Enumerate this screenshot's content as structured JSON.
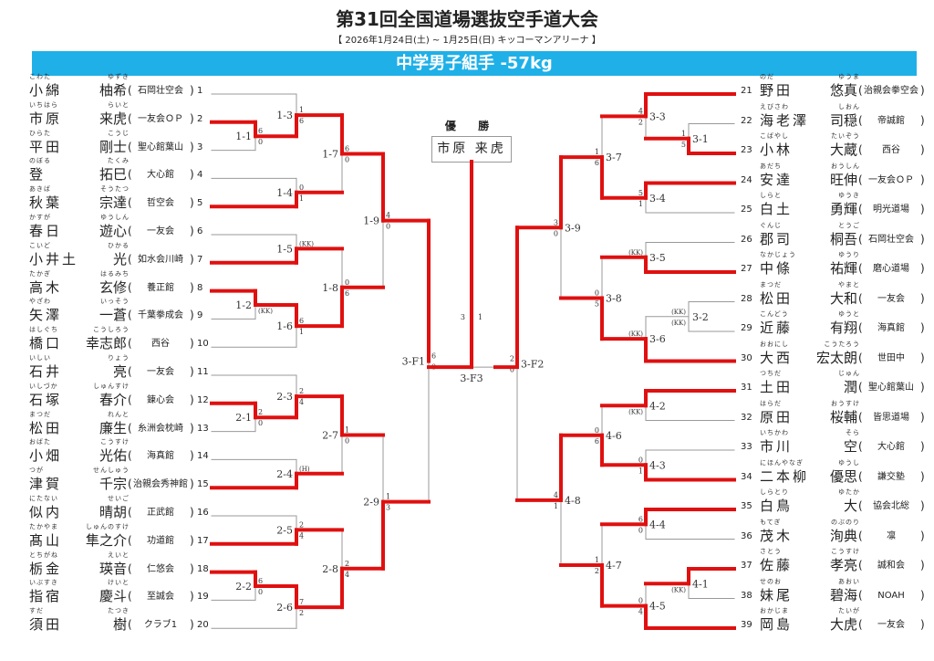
{
  "header": {
    "title": "第31回全国道場選抜空手道大会",
    "subtitle": "【 2026年1月24日(土) ~ 1月25日(日)  キッコーマンアリーナ 】",
    "category": "中学男子組手 -57kg"
  },
  "champion": {
    "heading": "優 勝",
    "name": "市原 来虎"
  },
  "colors": {
    "banner": "#1fb0e8",
    "winner_line": "#e01010",
    "line": "#999999"
  },
  "players": [
    {
      "no": "1",
      "family": "小綿",
      "given": "柚希",
      "family_kana": "こわた",
      "given_kana": "ゆずき",
      "club": "石岡壮空会"
    },
    {
      "no": "2",
      "family": "市原",
      "given": "来虎",
      "family_kana": "いちはら",
      "given_kana": "らいと",
      "club": "一友会ＯＰ"
    },
    {
      "no": "3",
      "family": "平田",
      "given": "剛士",
      "family_kana": "ひらた",
      "given_kana": "こうじ",
      "club": "聖心館葉山"
    },
    {
      "no": "4",
      "family": "登",
      "given": "拓巳",
      "family_kana": "のぼる",
      "given_kana": "たくみ",
      "club": "大心館"
    },
    {
      "no": "5",
      "family": "秋葉",
      "given": "宗達",
      "family_kana": "あきば",
      "given_kana": "そうたつ",
      "club": "哲空会"
    },
    {
      "no": "6",
      "family": "春日",
      "given": "遊心",
      "family_kana": "かすが",
      "given_kana": "ゆうしん",
      "club": "一友会"
    },
    {
      "no": "7",
      "family": "小井土",
      "given": "光",
      "family_kana": "こいど",
      "given_kana": "ひかる",
      "club": "如水会川崎"
    },
    {
      "no": "8",
      "family": "高木",
      "given": "玄修",
      "family_kana": "たかぎ",
      "given_kana": "はるみち",
      "club": "養正館"
    },
    {
      "no": "9",
      "family": "矢澤",
      "given": "一蒼",
      "family_kana": "やざわ",
      "given_kana": "いっそう",
      "club": "千葉拳成会"
    },
    {
      "no": "10",
      "family": "橋口",
      "given": "幸志郎",
      "family_kana": "はしぐち",
      "given_kana": "こうしろう",
      "club": "西谷"
    },
    {
      "no": "11",
      "family": "石井",
      "given": "亮",
      "family_kana": "いしい",
      "given_kana": "りょう",
      "club": "一友会"
    },
    {
      "no": "12",
      "family": "石塚",
      "given": "春介",
      "family_kana": "いしづか",
      "given_kana": "しゅんすけ",
      "club": "錬心会"
    },
    {
      "no": "13",
      "family": "松田",
      "given": "廉生",
      "family_kana": "まつだ",
      "given_kana": "れんと",
      "club": "糸洲会枕崎"
    },
    {
      "no": "14",
      "family": "小畑",
      "given": "光佑",
      "family_kana": "おばた",
      "given_kana": "こうすけ",
      "club": "海真館"
    },
    {
      "no": "15",
      "family": "津賀",
      "given": "千宗",
      "family_kana": "つが",
      "given_kana": "せんしゅう",
      "club": "治親会秀神館"
    },
    {
      "no": "16",
      "family": "似内",
      "given": "晴胡",
      "family_kana": "にたない",
      "given_kana": "せいご",
      "club": "正武館"
    },
    {
      "no": "17",
      "family": "髙山",
      "given": "隼之介",
      "family_kana": "たかやま",
      "given_kana": "しゅんのすけ",
      "club": "功道館"
    },
    {
      "no": "18",
      "family": "栃金",
      "given": "瑛音",
      "family_kana": "とちがね",
      "given_kana": "えいと",
      "club": "仁悠会"
    },
    {
      "no": "19",
      "family": "指宿",
      "given": "慶斗",
      "family_kana": "いぶすき",
      "given_kana": "けいと",
      "club": "至誠会"
    },
    {
      "no": "20",
      "family": "須田",
      "given": "樹",
      "family_kana": "すだ",
      "given_kana": "たつき",
      "club": "クラブ1"
    },
    {
      "no": "21",
      "family": "野田",
      "given": "悠真",
      "family_kana": "のだ",
      "given_kana": "ゆうま",
      "club": "治親会拳空会"
    },
    {
      "no": "22",
      "family": "海老澤",
      "given": "司穏",
      "family_kana": "えびさわ",
      "given_kana": "しおん",
      "club": "帝誠館"
    },
    {
      "no": "23",
      "family": "小林",
      "given": "大蔵",
      "family_kana": "こばやし",
      "given_kana": "たいぞう",
      "club": "西谷"
    },
    {
      "no": "24",
      "family": "安達",
      "given": "旺伸",
      "family_kana": "あだち",
      "given_kana": "おうしん",
      "club": "一友会ＯＰ"
    },
    {
      "no": "25",
      "family": "白土",
      "given": "勇輝",
      "family_kana": "しらと",
      "given_kana": "ゆうき",
      "club": "明光道場"
    },
    {
      "no": "26",
      "family": "郡司",
      "given": "桐吾",
      "family_kana": "ぐんじ",
      "given_kana": "とうご",
      "club": "石岡壮空会"
    },
    {
      "no": "27",
      "family": "中條",
      "given": "祐輝",
      "family_kana": "なかじょう",
      "given_kana": "ゆうり",
      "club": "磨心道場"
    },
    {
      "no": "28",
      "family": "松田",
      "given": "大和",
      "family_kana": "まつだ",
      "given_kana": "やまと",
      "club": "一友会"
    },
    {
      "no": "29",
      "family": "近藤",
      "given": "有翔",
      "family_kana": "こんどう",
      "given_kana": "ゆうと",
      "club": "海真館"
    },
    {
      "no": "30",
      "family": "大西",
      "given": "宏太朗",
      "family_kana": "おおにし",
      "given_kana": "こうたろう",
      "club": "世田中"
    },
    {
      "no": "31",
      "family": "土田",
      "given": "潤",
      "family_kana": "つちだ",
      "given_kana": "じゅん",
      "club": "聖心館葉山"
    },
    {
      "no": "32",
      "family": "原田",
      "given": "桜輔",
      "family_kana": "はらだ",
      "given_kana": "おうすけ",
      "club": "皆思道場"
    },
    {
      "no": "33",
      "family": "市川",
      "given": "空",
      "family_kana": "いちかわ",
      "given_kana": "そら",
      "club": "大心館"
    },
    {
      "no": "34",
      "family": "二本柳",
      "given": "優思",
      "family_kana": "にほんやなぎ",
      "given_kana": "ゆうし",
      "club": "謙交塾"
    },
    {
      "no": "35",
      "family": "白鳥",
      "given": "大",
      "family_kana": "しらとり",
      "given_kana": "ゆたか",
      "club": "協会北総"
    },
    {
      "no": "36",
      "family": "茂木",
      "given": "洵典",
      "family_kana": "もてぎ",
      "given_kana": "のぶのり",
      "club": "凛"
    },
    {
      "no": "37",
      "family": "佐藤",
      "given": "孝亮",
      "family_kana": "さとう",
      "given_kana": "こうすけ",
      "club": "誠和会"
    },
    {
      "no": "38",
      "family": "妹尾",
      "given": "碧海",
      "family_kana": "せのお",
      "given_kana": "あおい",
      "club": "NOAH"
    },
    {
      "no": "39",
      "family": "岡島",
      "given": "大虎",
      "family_kana": "おかじま",
      "given_kana": "たいが",
      "club": "一友会"
    }
  ],
  "matches": {
    "1-1": {
      "label": "1-1",
      "top": "6",
      "bottom": "0",
      "winner": "top"
    },
    "1-3": {
      "label": "1-3",
      "top": "1",
      "bottom": "6",
      "winner": "bottom"
    },
    "1-4": {
      "label": "1-4",
      "top": "0",
      "bottom": "1",
      "winner": "bottom"
    },
    "1-7": {
      "label": "1-7",
      "top": "6",
      "bottom": "0",
      "winner": "top"
    },
    "1-5": {
      "label": "1-5",
      "top": "(KK)",
      "bottom": "",
      "winner": "bottom"
    },
    "1-2": {
      "label": "1-2",
      "top": "",
      "bottom": "(KK)",
      "winner": "top"
    },
    "1-6": {
      "label": "1-6",
      "top": "6",
      "bottom": "1",
      "winner": "top"
    },
    "1-8": {
      "label": "1-8",
      "top": "0",
      "bottom": "6",
      "winner": "bottom"
    },
    "1-9": {
      "label": "1-9",
      "top": "4",
      "bottom": "0",
      "winner": "top"
    },
    "2-1": {
      "label": "2-1",
      "top": "2",
      "bottom": "0",
      "winner": "top"
    },
    "2-3": {
      "label": "2-3",
      "top": "2",
      "bottom": "4",
      "winner": "bottom"
    },
    "2-4": {
      "label": "2-4",
      "top": "(H)",
      "bottom": "",
      "winner": "bottom"
    },
    "2-7": {
      "label": "2-7",
      "top": "1",
      "bottom": "0",
      "winner": "top"
    },
    "2-5": {
      "label": "2-5",
      "top": "2",
      "bottom": "4",
      "winner": "bottom"
    },
    "2-2": {
      "label": "2-2",
      "top": "6",
      "bottom": "0",
      "winner": "top"
    },
    "2-6": {
      "label": "2-6",
      "top": "7",
      "bottom": "2",
      "winner": "top"
    },
    "2-8": {
      "label": "2-8",
      "top": "2",
      "bottom": "4",
      "winner": "bottom"
    },
    "2-9": {
      "label": "2-9",
      "top": "1",
      "bottom": "3",
      "winner": "bottom"
    },
    "3-F1": {
      "label": "3-F1",
      "top": "6",
      "bottom": "0",
      "winner": "top"
    },
    "3-1": {
      "label": "3-1",
      "top": "1",
      "bottom": "5",
      "winner": "bottom"
    },
    "3-3": {
      "label": "3-3",
      "top": "4",
      "bottom": "2",
      "winner": "top"
    },
    "3-4": {
      "label": "3-4",
      "top": "5",
      "bottom": "1",
      "winner": "top"
    },
    "3-7": {
      "label": "3-7",
      "top": "1",
      "bottom": "6",
      "winner": "bottom"
    },
    "3-5": {
      "label": "3-5",
      "top": "(KK)",
      "bottom": "",
      "winner": "bottom"
    },
    "3-2": {
      "label": "3-2",
      "top": "(KK)",
      "bottom": "(KK)",
      "winner": null
    },
    "3-6": {
      "label": "3-6",
      "top": "(KK)",
      "bottom": "",
      "winner": "bottom"
    },
    "3-8": {
      "label": "3-8",
      "top": "0",
      "bottom": "5",
      "winner": "bottom"
    },
    "3-9": {
      "label": "3-9",
      "top": "3",
      "bottom": "0",
      "winner": "top"
    },
    "4-2": {
      "label": "4-2",
      "top": "",
      "bottom": "(KK)",
      "winner": "top"
    },
    "4-3": {
      "label": "4-3",
      "top": "0",
      "bottom": "1",
      "winner": "bottom"
    },
    "4-6": {
      "label": "4-6",
      "top": "0",
      "bottom": "6",
      "winner": "bottom"
    },
    "4-4": {
      "label": "4-4",
      "top": "6",
      "bottom": "0",
      "winner": "top"
    },
    "4-1": {
      "label": "4-1",
      "top": "",
      "bottom": "(KK)",
      "winner": "top"
    },
    "4-5": {
      "label": "4-5",
      "top": "0",
      "bottom": "4",
      "winner": "bottom"
    },
    "4-7": {
      "label": "4-7",
      "top": "1",
      "bottom": "2",
      "winner": "bottom"
    },
    "4-8": {
      "label": "4-8",
      "top": "4",
      "bottom": "1",
      "winner": "top"
    },
    "3-F2": {
      "label": "3-F2",
      "top": "2",
      "bottom": "0",
      "winner": "top"
    }
  },
  "final": {
    "label": "3-F3",
    "left_score": "3",
    "right_score": "1",
    "winner": "left"
  }
}
